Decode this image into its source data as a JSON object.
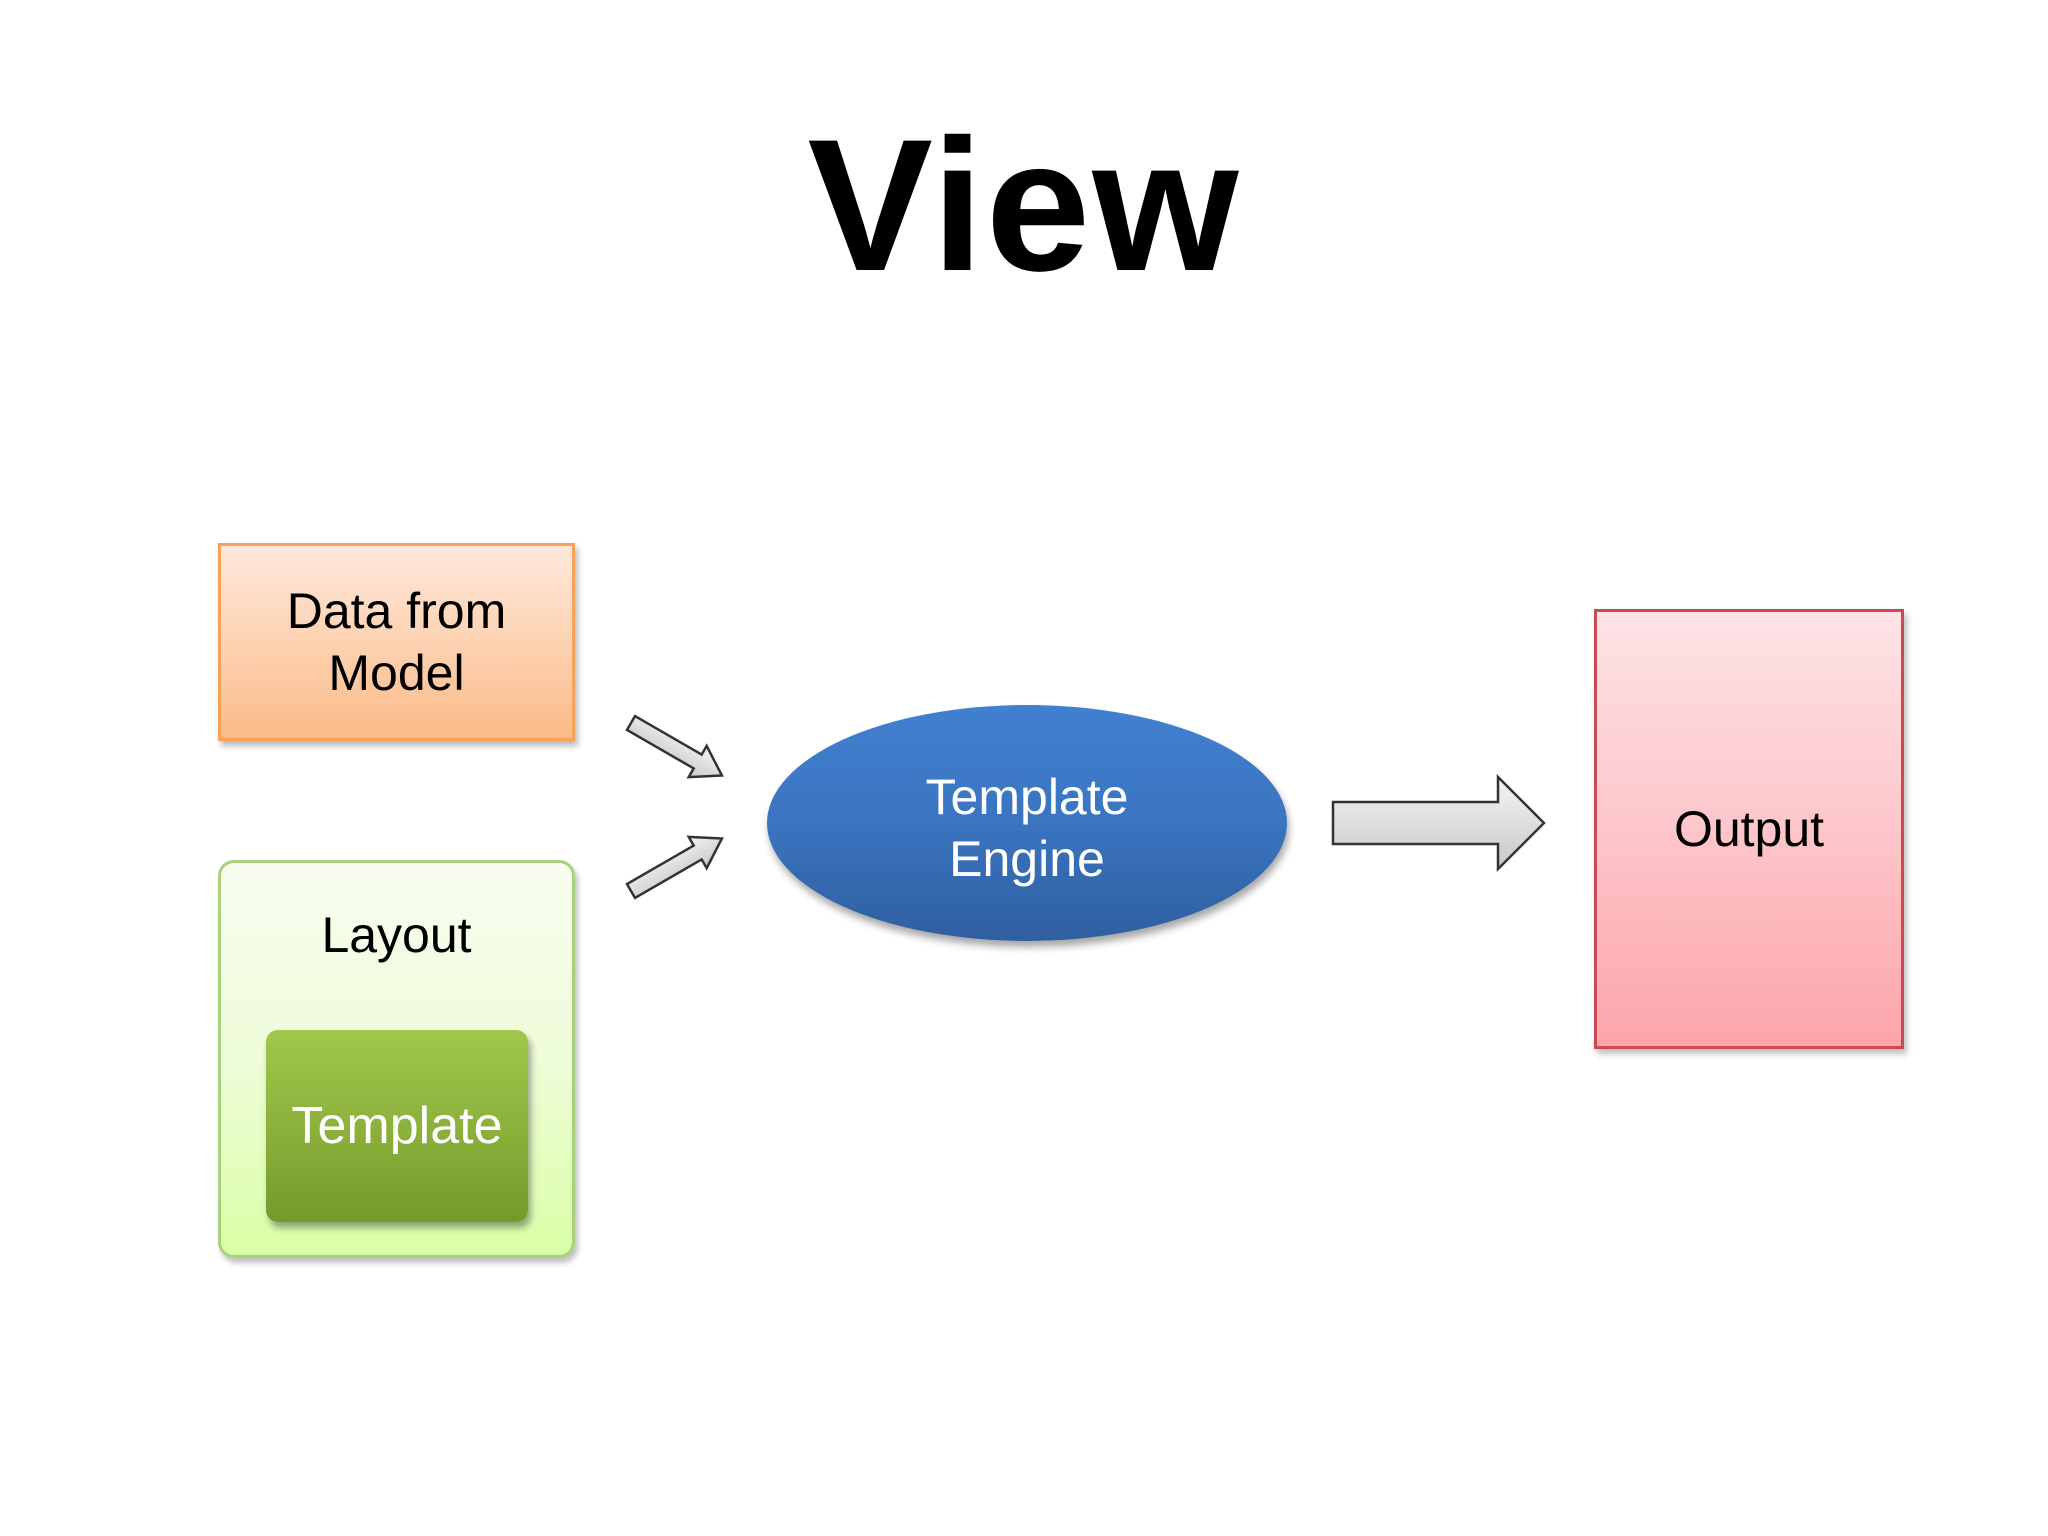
{
  "slide": {
    "title": "View"
  },
  "nodes": {
    "data_from_model": "Data from\nModel",
    "layout": "Layout",
    "template": "Template",
    "template_engine": "Template\nEngine",
    "output": "Output"
  },
  "colors": {
    "data_box": "#fdd0ae",
    "layout_box": "#eefcd8",
    "template_box": "#8cb23c",
    "engine": "#3a74c0",
    "output_box": "#fdc6ca",
    "arrow": "#d9d9d9"
  }
}
